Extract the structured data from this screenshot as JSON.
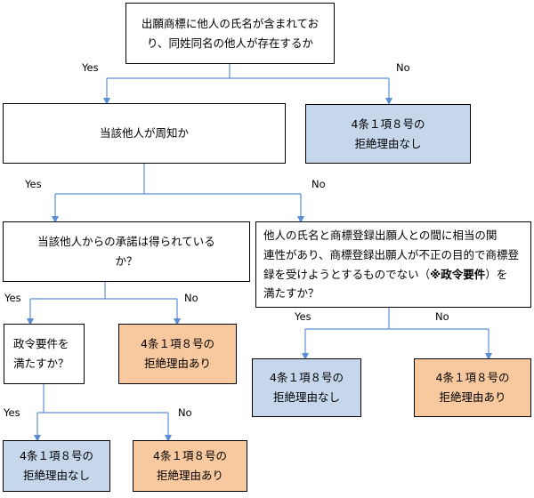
{
  "boxes": {
    "q1": "出願商標に他人の氏名が含まれてお\nり、同姓同名の他人が存在するか",
    "q2": "当該他人が周知か",
    "r1": "4条１項８号の\n拒絶理由なし",
    "q3": "当該他人からの承諾は得られている\nか？",
    "q4_pre": "他人の氏名と商標登録出願人との間に相当の関\n連性があり、商標登録出願人が不正の目的で商標登\n録を受けようとするものでない（",
    "q4_bold": "※政令要件",
    "q4_post": "）を\n満たすか？",
    "q5": "政令要件を\n満たすか？",
    "r2": "4条１項８号の\n拒絶理由あり",
    "r3": "4条１項８号の\n拒絶理由なし",
    "r4": "4条１項８号の\n拒絶理由あり",
    "r5": "4条１項８号の\n拒絶理由なし",
    "r6": "4条１項８号の\n拒絶理由あり"
  },
  "labels": {
    "q1_yes": "Yes",
    "q1_no": "No",
    "q2_yes": "Yes",
    "q2_no": "No",
    "q3_yes": "Yes",
    "q3_no": "No",
    "q4_yes": "Yes",
    "q4_no": "No",
    "q5_yes": "Yes",
    "q5_no": "No"
  },
  "colors": {
    "yes_fill": "#c6d7ec",
    "no_fill": "#f8c99f",
    "arrow": "#5b8ed6"
  }
}
